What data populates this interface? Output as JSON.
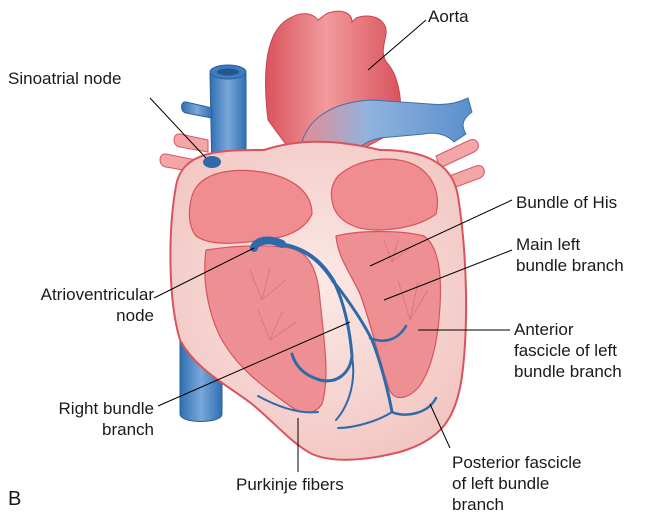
{
  "labels": {
    "aorta": "Aorta",
    "sinoatrial_node": "Sinoatrial node",
    "bundle_of_his": "Bundle of His",
    "main_left_bundle_branch": "Main left\nbundle branch",
    "atrioventricular_node": "Atrioventricular\nnode",
    "anterior_fascicle": "Anterior\nfascicle of left\nbundle branch",
    "right_bundle_branch": "Right bundle\nbranch",
    "purkinje_fibers": "Purkinje fibers",
    "posterior_fascicle": "Posterior fascicle\nof left bundle\nbranch",
    "panel_letter": "B"
  },
  "colors": {
    "heart_red": "#e3626a",
    "heart_light": "#f7d9d6",
    "chamber": "#ee8f93",
    "vessel_blue": "#4a86c5",
    "conduction_blue": "#2f6aa8",
    "leader_line": "#000000"
  }
}
